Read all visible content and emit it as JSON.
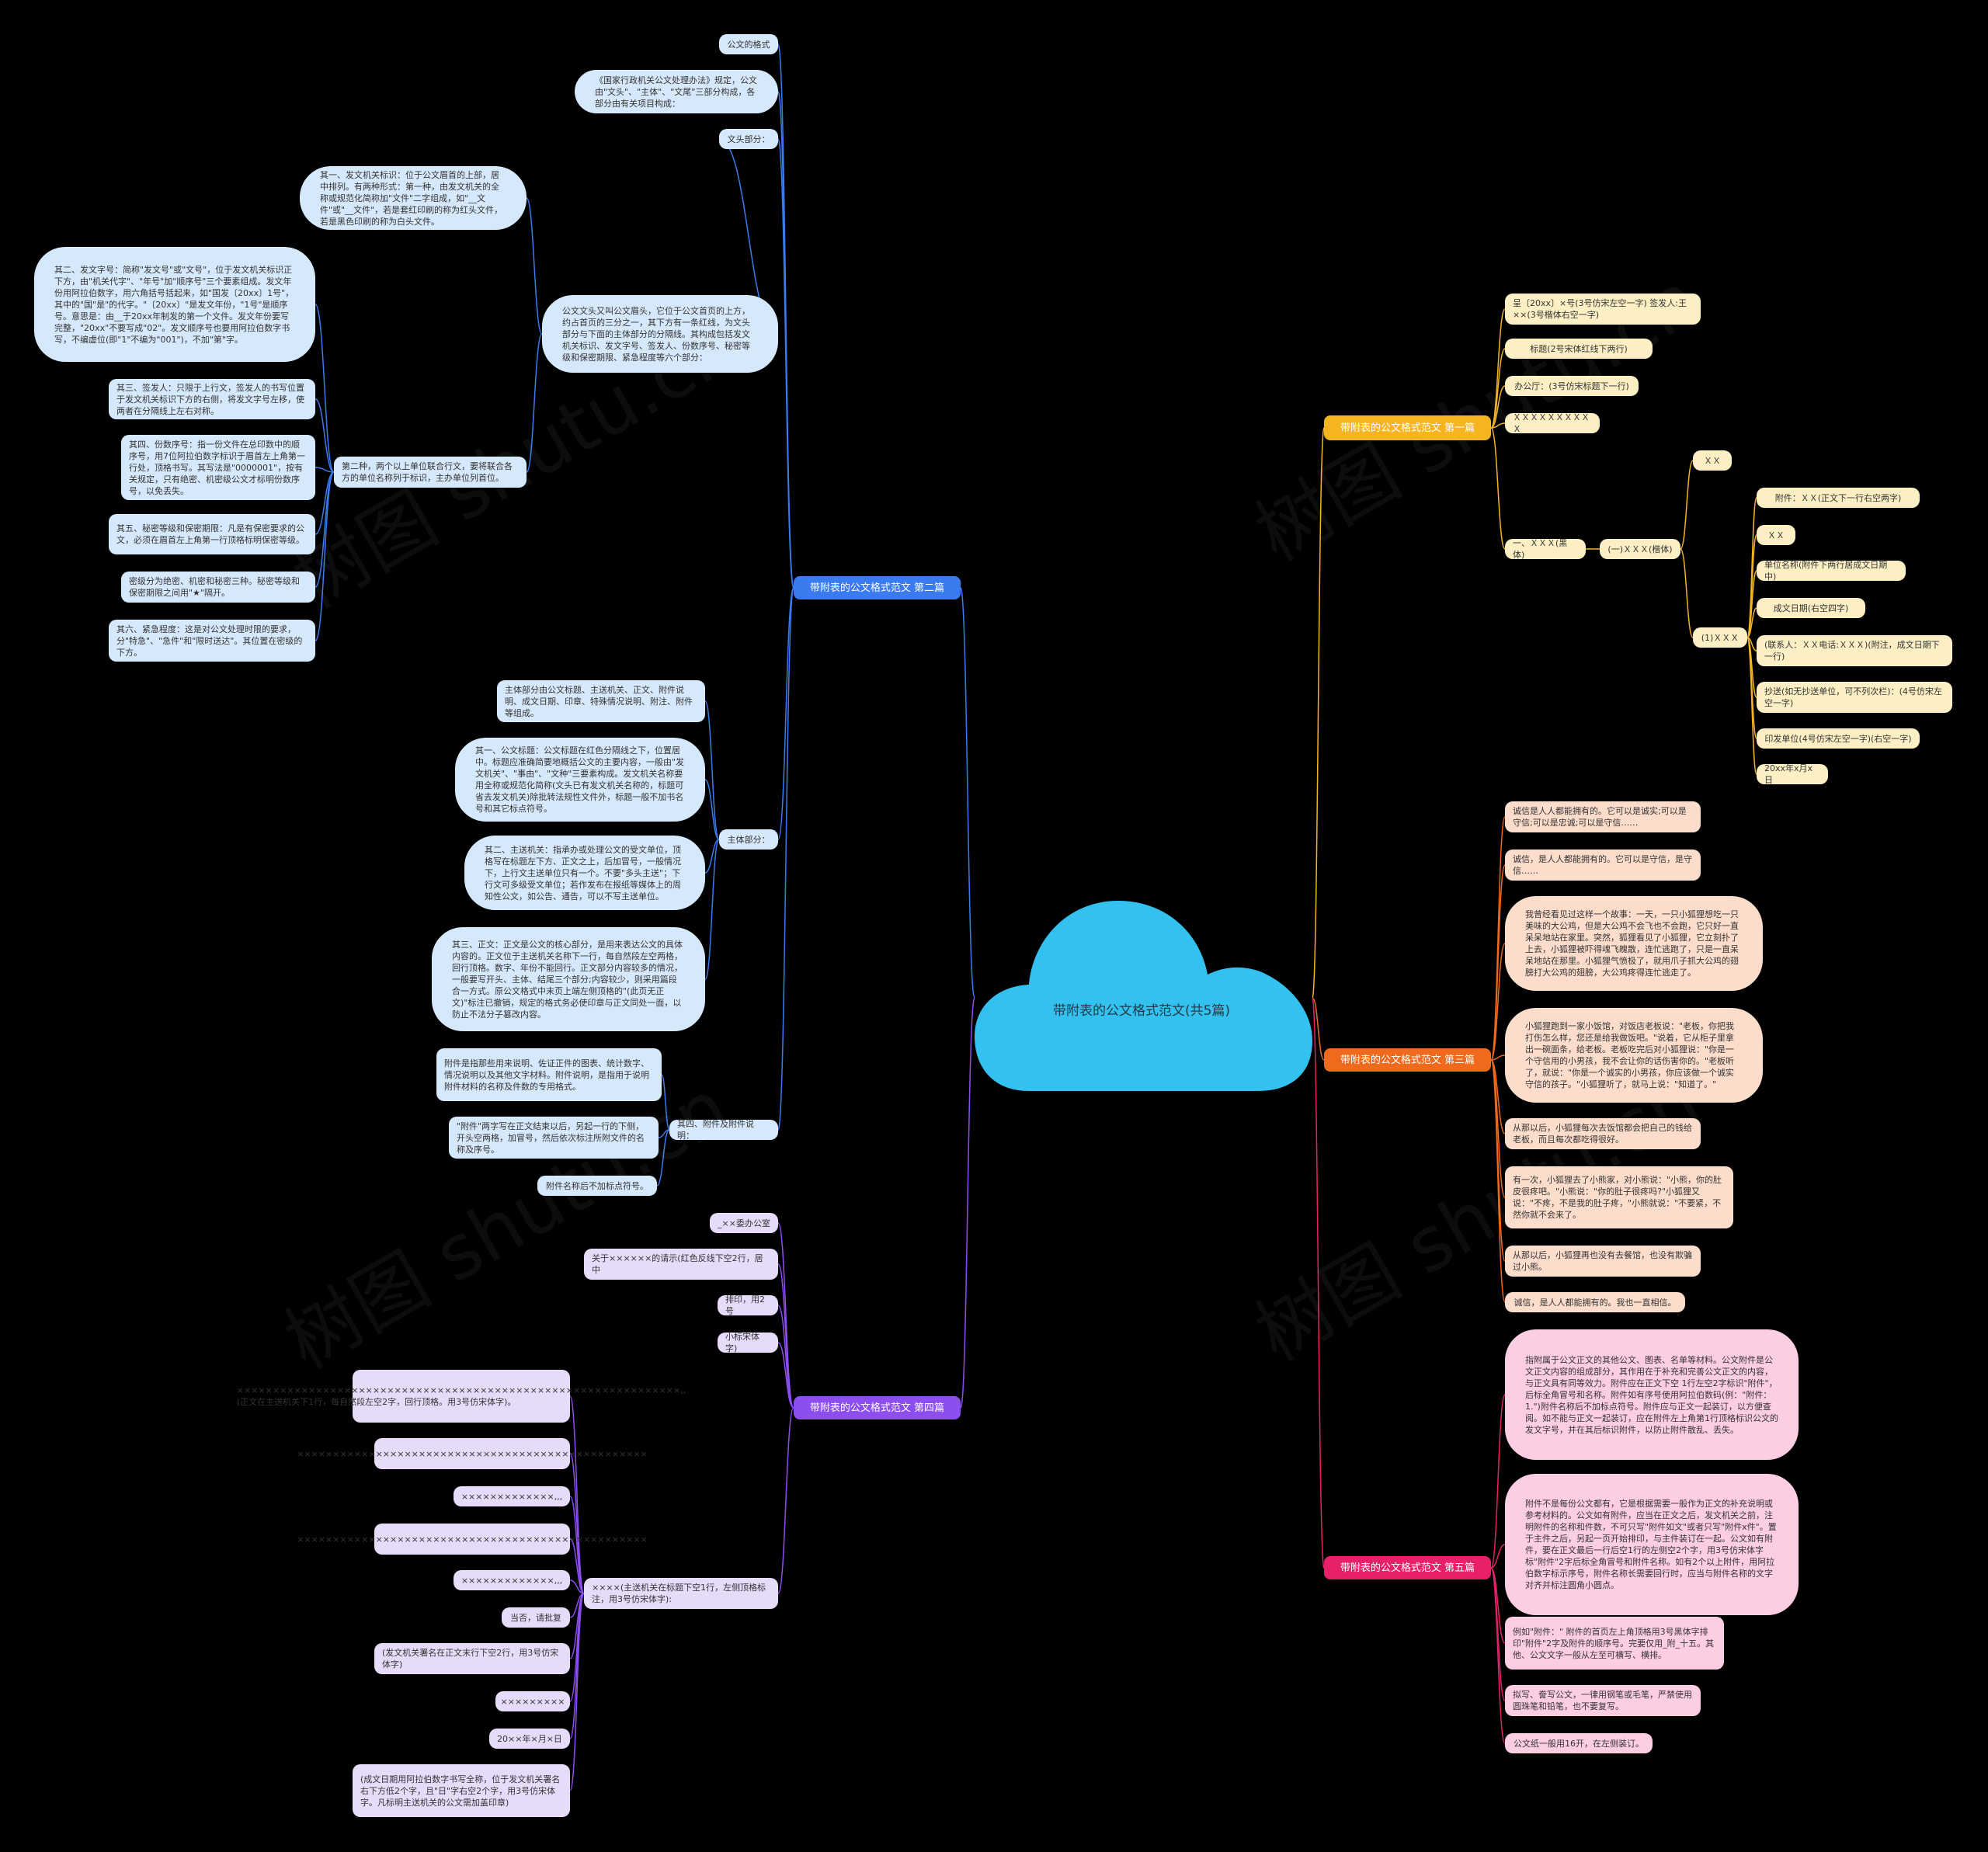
{
  "watermark": [
    "树图 shutu.cn",
    "树图 shutu.cn",
    "树图 shutu.cn",
    "树图 shutu.cn"
  ],
  "center": {
    "title": "带附表的公文格式范文(共5篇)"
  },
  "branches": {
    "b1": {
      "label": "带附表的公文格式范文 第一篇",
      "color": "#f5b520"
    },
    "b2": {
      "label": "带附表的公文格式范文 第二篇",
      "color": "#3a7bf0"
    },
    "b3": {
      "label": "带附表的公文格式范文 第三篇",
      "color": "#ef6a1c"
    },
    "b4": {
      "label": "带附表的公文格式范文 第四篇",
      "color": "#8d4ef0"
    },
    "b5": {
      "label": "带附表的公文格式范文 第五篇",
      "color": "#e8206a"
    }
  },
  "b1": {
    "n1": "呈〔20xx〕×号(3号仿宋左空一字) 签发人:王××(3号楷体右空一字)",
    "n2": "标题(2号宋体红线下两行)",
    "n3": "办公厅：(3号仿宋标题下一行)",
    "n4": "ＸＸＸＸＸＸＸＸＸＸ",
    "n5": "一、ＸＸＸ(黑体)",
    "n6": "(一)ＸＸＸ(楷体)",
    "n7": "ＸＸ",
    "n8": "(1)ＸＸＸ",
    "n9": "附件：ＸＸ(正文下一行右空两字)",
    "n10": "ＸＸ",
    "n11": "单位名称(附件下两行居成文日期中)",
    "n12": "成文日期(右空四字)",
    "n13": "(联系人：ＸＸ电话:ＸＸＸ)(附注，成文日期下一行)",
    "n14": "抄送(如无抄送单位，可不列次栏)：(4号仿宋左空一字)",
    "n15": "印发单位(4号仿宋左空一字)(右空一字)",
    "n16": "20xx年x月x日"
  },
  "b2": {
    "n1": "公文的格式",
    "n2": "《国家行政机关公文处理办法》规定，公文由\"文头\"、\"主体\"、\"文尾\"三部分构成，各部分由有关项目构成：",
    "n3": "文头部分：",
    "n4": "公文文头又叫公文眉头，它位于公文首页的上方，约占首页的三分之一，其下方有一条红线，为文头部分与下面的主体部分的分隔线。其构成包括发文机关标识、发文字号、签发人、份数序号、秘密等级和保密期限、紧急程度等六个部分：",
    "n5": "其一、发文机关标识：位于公文眉首的上部，居中排列。有两种形式：第一种，由发文机关的全称或规范化简称加\"文件\"二字组成，如\"__文件\"或\"__文件\"，若是套红印刷的称为红头文件，若是黑色印刷的称为白头文件。",
    "n6": "第二种，两个以上单位联合行文，要将联合各方的单位名称列于标识，主办单位列首位。",
    "n7": "其二、发文字号：简称\"发文号\"或\"文号\"，位于发文机关标识正下方，由\"机关代字\"、\"年号\"加\"顺序号\"三个要素组成。发文年份用阿拉伯数字，用六角括号括起来，如\"国发〔20xx〕1号\"，其中的\"国\"是\"的代字。\"〔20xx〕\"是发文年份，\"1号\"是顺序号。意思是：由__于20xx年制发的第一个文件。发文年份要写完整，\"20xx\"不要写成\"02\"。发文顺序号也要用阿拉伯数字书写，不编虚位(即\"1\"不编为\"001\")，不加\"第\"字。",
    "n8": "其三、签发人：只限于上行文，签发人的书写位置于发文机关标识下方的右侧，将发文字号左移，使两者在分隔线上左右对称。",
    "n9": "其四、份数序号：指一份文件在总印数中的顺序号，用7位阿拉伯数字标识于眉首左上角第一行处，顶格书写。其写法是\"0000001\"，按有关规定，只有绝密、机密级公文才标明份数序号，以免丢失。",
    "n10": "其五、秘密等级和保密期限：凡是有保密要求的公文，必须在眉首左上角第一行顶格标明保密等级。",
    "n11": "密级分为绝密、机密和秘密三种。秘密等级和保密期限之间用\"★\"隔开。",
    "n12": "其六、紧急程度：这是对公文处理时限的要求，分\"特急\"、\"急件\"和\"限时送达\"。其位置在密级的下方。",
    "n13": "主体部分：",
    "n14": "主体部分由公文标题、主送机关、正文、附件说明、成文日期、印章、特殊情况说明、附注、附件等组成。",
    "n15": "其一、公文标题：公文标题在红色分隔线之下，位置居中。标题应准确简要地概括公文的主要内容，一般由\"发文机关\"、\"事由\"、\"文种\"三要素构成。发文机关名称要用全称或规范化简称(文头已有发文机关名称的，标题可省去发文机关)除批转法规性文件外，标题一般不加书名号和其它标点符号。",
    "n16": "其二、主送机关：指承办或处理公文的受文单位，顶格写在标题左下方、正文之上，后加冒号，一般情况下，上行文主送单位只有一个。不要\"多头主送\"；下行文可多级受文单位；若作发布在报纸等媒体上的周知性公文，如公告、通告，可以不写主送单位。",
    "n17": "其三、正文：正文是公文的核心部分，是用来表达公文的具体内容的。正文位于主送机关名称下一行，每自然段左空两格，回行顶格。数字、年份不能回行。正文部分内容较多的情况，一般要写开头、主体、结尾三个部分;内容较少，则采用篇段合一方式。原公文格式中末页上端左侧顶格的\"(此页无正文)\"标注已撤销，规定的格式务必使印章与正文同处一面，以防止不法分子篡改内容。",
    "n18": "其四、附件及附件说明：",
    "n19": "附件是指那些用来说明、佐证正件的图表、统计数字、情况说明以及其他文字材料。附件说明，是指用于说明附件材料的名称及件数的专用格式。",
    "n20": "\"附件\"两字写在正文结束以后，另起一行的下侧，开头空两格，加冒号，然后依次标注所附文件的名称及序号。",
    "n21": "附件名称后不加标点符号。"
  },
  "b3": {
    "n1": "诚信是人人都能拥有的。它可以是诚实;可以是守信;可以是忠诚;可以是守信……",
    "n2": "诚信，是人人都能拥有的。它可以是守信，是守信……",
    "n3": "我曾经看见过这样一个故事：一天，一只小狐狸想吃一只美味的大公鸡，但是大公鸡不会飞也不会跑，它只好一直呆呆地站在家里。突然，狐狸看见了小狐狸，它立刻扑了上去，小狐狸被吓得魂飞魄散，连忙逃跑了，只是一直呆呆地站在那里。小狐狸气愤极了，就用爪子抓大公鸡的翅膀打大公鸡的翅膀，大公鸡疼得连忙逃走了。",
    "n4": "小狐狸跑到一家小饭馆，对饭店老板说：\"老板，你把我打伤怎么样，您还是给我做饭吧。\"说着，它从柜子里拿出一碗面条，给老板。老板吃完后对小狐狸说：\"你是一个守信用的小男孩，我不会让你的话伤害你的。\"老板听了，就说：\"你是一个诚实的小男孩，你应该做一个诚实守信的孩子。\"小狐狸听了，就马上说：\"知道了。\"",
    "n5": "从那以后，小狐狸每次去饭馆都会把自己的钱给老板，而且每次都吃得很好。",
    "n6": "有一次，小狐狸去了小熊家，对小熊说：\"小熊，你的肚皮很疼吧。\"小熊说：\"你的肚子很疼吗?\"小狐狸又说：\"不疼，不是我的肚子疼，\"小熊就说：\"不要紧，不然你就不会来了。",
    "n7": "从那以后，小狐狸再也没有去餐馆，也没有欺骗过小熊。",
    "n8": "诚信，是人人都能拥有的。我也一直相信。"
  },
  "b4": {
    "n1": "_××委办公室",
    "n2": "关于××××××的请示(红色反线下空2行，居中",
    "n3": "排印，用2号",
    "n4": "小标宋体字)",
    "n5": "××××(主送机关在标题下空1行，左侧顶格标注，用3号仿宋体字):",
    "n6": "××××××××××××××××××××××××××××××××××××××××××××××××××××××××××××××,,(正文在主送机关下1行，每自然段左空2字，回行顶格。用3号仿宋体字)。",
    "n7": "×××××××××××××××××××××××××××××××××××××××××××××××××",
    "n8": "×××××××××××××,,,",
    "n9": "×××××××××××××××××××××××××××××××××××××××××××××××××",
    "n10": "×××××××××××××,,,",
    "n11": "当否，请批复",
    "n12": "(发文机关署名在正文末行下空2行，用3号仿宋体字)",
    "n13": "×××××××××",
    "n14": "20××年×月×日",
    "n15": "(成文日期用阿拉伯数字书写全称，位于发文机关署名右下方低2个字，且\"日\"字右空2个字，用3号仿宋体字。凡标明主送机关的公文需加盖印章)"
  },
  "b5": {
    "n1": "指附属于公文正文的其他公文、图表、名单等材料。公文附件是公文正文内容的组成部分，其作用在于补充和完善公文正文的内容，与正文具有同等效力。附件应在正文下空 1行左空2字标识\"附件\"，后标全角冒号和名称。附件如有序号使用阿拉伯数码(例：\"附件：1.\")附件名称后不加标点符号。附件应与正文一起装订，以方便查阅。如不能与正文一起装订，应在附件左上角第1行顶格标识公文的发文字号，并在其后标识附件，以防止附件散乱、丢失。",
    "n2": "附件不是每份公文都有，它是根据需要一般作为正文的补充说明或参考材料的。公文如有附件，应当在正文之后，发文机关之前，注明附件的名称和件数，不可只写\"附件如文\"或者只写\"附件x件\"。置于主件之后，另起一页开始排印，与主件装订在一起。公文如有附件，要在正文最后一行后空1行的左侧空2个字，用3号仿宋体字标\"附件\"2字后标全角冒号和附件名称。如有2个以上附件，用阿拉伯数字标示序号，附件名称长需要回行时，应当与附件名称的文字对齐并标注圆角小圆点。",
    "n3": "例如\"附件：\" 附件的首页左上角顶格用3号黑体字排印\"附件\"2字及附件的顺序号。完要仅用_附_十五。其他、公文文字一般从左至可横写、横排。",
    "n4": "拟写、誊写公文，一律用钢笔或毛笔，严禁使用圆珠笔和铅笔，也不要复写。",
    "n5": "公文纸一般用16开，在左侧装订。"
  }
}
